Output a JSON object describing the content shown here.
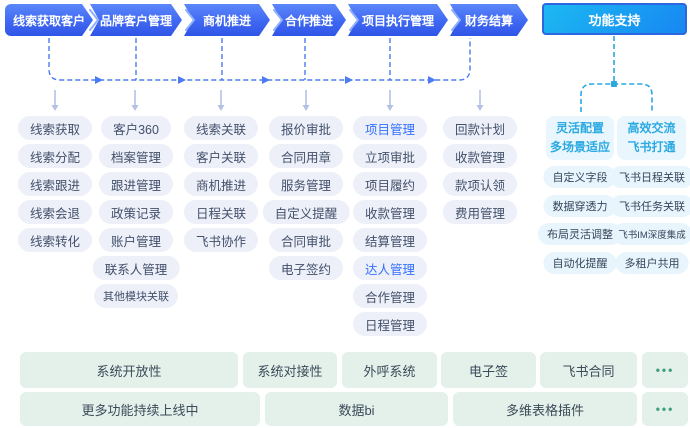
{
  "flow": {
    "steps": [
      "线索获取客户",
      "品牌客户管理",
      "商机推进",
      "合作推进",
      "项目执行管理",
      "财务结算"
    ]
  },
  "support": {
    "title": "功能支持",
    "groups": [
      {
        "title_lines": [
          "灵活配置",
          "多场景适应"
        ],
        "items": [
          "自定义字段",
          "数据穿透力",
          "布局灵活调整",
          "自动化提醒"
        ]
      },
      {
        "title_lines": [
          "高效交流",
          "飞书打通"
        ],
        "items": [
          "飞书日程关联",
          "飞书任务关联",
          "飞书IM深度集成",
          "多租户共用"
        ]
      }
    ]
  },
  "columns": [
    [
      "线索获取",
      "线索分配",
      "线索跟进",
      "线索会退",
      "线索转化"
    ],
    [
      "客户360",
      "档案管理",
      "跟进管理",
      "政策记录",
      "账户管理",
      "联系人管理",
      "其他模块关联"
    ],
    [
      "线索关联",
      "客户关联",
      "商机推进",
      "日程关联",
      "飞书协作"
    ],
    [
      "报价审批",
      "合同用章",
      "服务管理",
      "自定义提醒",
      "合同审批",
      "电子签约"
    ],
    [
      "项目管理",
      "立项审批",
      "项目履约",
      "收款管理",
      "结算管理",
      "达人管理",
      "合作管理",
      "日程管理"
    ],
    [
      "回款计划",
      "收款管理",
      "款项认领",
      "费用管理"
    ]
  ],
  "highlighted_items": [
    "项目管理",
    "达人管理"
  ],
  "bottom": {
    "rows": [
      [
        "系统开放性",
        "系统对接性",
        "外呼系统",
        "电子签",
        "飞书合同",
        "•••"
      ],
      [
        "更多功能持续上线中",
        "数据bi",
        "多维表格插件",
        "•••"
      ]
    ]
  },
  "colors": {
    "flow_blue": "#3f68f2",
    "support_cyan": "#17a8ef",
    "highlight_blue": "#3370ff",
    "header_cyan": "#2ba9e2",
    "pill_bg": "#edf0f9",
    "bottom_green_bg": "#e4f1eb",
    "dots_green": "#43a07e"
  }
}
